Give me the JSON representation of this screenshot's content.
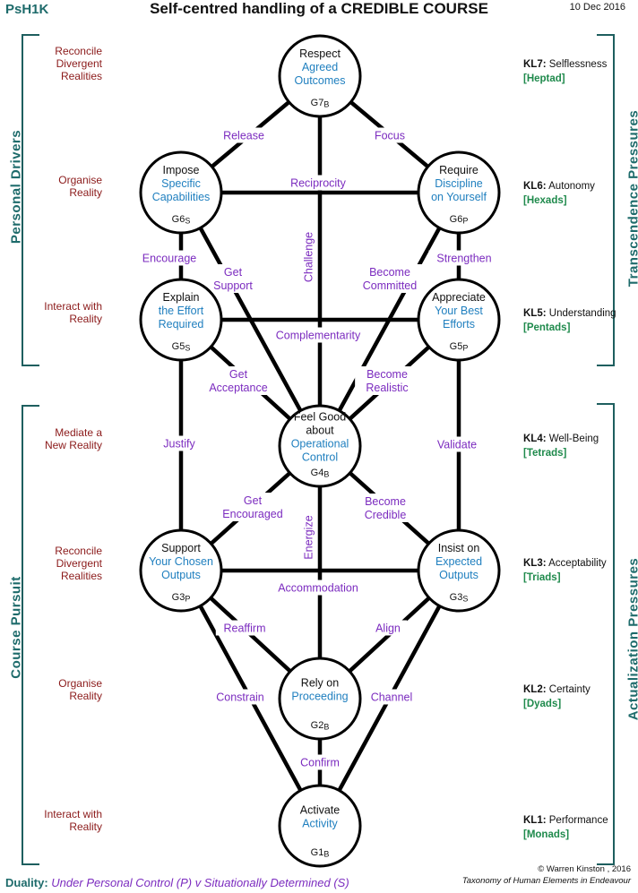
{
  "header": {
    "code": "PsH1K",
    "title": "Self-centred handling of a CREDIBLE COURSE",
    "date": "10 Dec 2016"
  },
  "brackets": {
    "left_top": "Personal Drivers",
    "left_bottom": "Course Pursuit",
    "right_top": "Transcendence  Pressures",
    "right_bottom": "Actualization  Pressures"
  },
  "left_labels": [
    "Reconcile\nDivergent\nRealities",
    "Organise\nReality",
    "Interact with\nReality",
    "Mediate a\nNew Reality",
    "Reconcile\nDivergent\nRealities",
    "Organise\nReality",
    "Interact with\nReality"
  ],
  "levels": [
    {
      "code": "KL7:",
      "name": "Selflessness",
      "group": "[Heptad]"
    },
    {
      "code": "KL6:",
      "name": "Autonomy",
      "group": "[Hexads]"
    },
    {
      "code": "KL5:",
      "name": "Understanding",
      "group": "[Pentads]"
    },
    {
      "code": "KL4:",
      "name": "Well-Being",
      "group": "[Tetrads]"
    },
    {
      "code": "KL3:",
      "name": "Acceptability",
      "group": "[Triads]"
    },
    {
      "code": "KL2:",
      "name": "Certainty",
      "group": "[Dyads]"
    },
    {
      "code": "KL1:",
      "name": "Performance",
      "group": "[Monads]"
    }
  ],
  "nodes": [
    {
      "id": "G7",
      "verb": [
        "Respect"
      ],
      "object": [
        "Agreed",
        "Outcomes"
      ],
      "tag": "G7",
      "sub": "B"
    },
    {
      "id": "G6S",
      "verb": [
        "Impose"
      ],
      "object": [
        "Specific",
        "Capabilities"
      ],
      "tag": "G6",
      "sub": "S"
    },
    {
      "id": "G6P",
      "verb": [
        "Require"
      ],
      "object": [
        "Discipline",
        "on Yourself"
      ],
      "tag": "G6",
      "sub": "P"
    },
    {
      "id": "G5S",
      "verb": [
        "Explain"
      ],
      "object": [
        "the Effort",
        "Required"
      ],
      "tag": "G5",
      "sub": "S"
    },
    {
      "id": "G5P",
      "verb": [
        "Appreciate"
      ],
      "object": [
        "Your Best",
        "Efforts"
      ],
      "tag": "G5",
      "sub": "P"
    },
    {
      "id": "G4",
      "verb": [
        "Feel Good",
        "about"
      ],
      "object": [
        "Operational",
        "Control"
      ],
      "tag": "G4",
      "sub": "B"
    },
    {
      "id": "G3P",
      "verb": [
        "Support"
      ],
      "object": [
        "Your Chosen",
        "Outputs"
      ],
      "tag": "G3",
      "sub": "P"
    },
    {
      "id": "G3S",
      "verb": [
        "Insist on"
      ],
      "object": [
        "Expected",
        "Outputs"
      ],
      "tag": "G3",
      "sub": "S"
    },
    {
      "id": "G2",
      "verb": [
        "Rely on"
      ],
      "object": [
        "Proceeding"
      ],
      "tag": "G2",
      "sub": "B"
    },
    {
      "id": "G1",
      "verb": [
        "Activate"
      ],
      "object": [
        "Activity"
      ],
      "tag": "G1",
      "sub": "B"
    }
  ],
  "edge_labels": [
    [
      "Release"
    ],
    [
      "Focus"
    ],
    [
      "Reciprocity"
    ],
    [
      "Challenge"
    ],
    [
      "Encourage"
    ],
    [
      "Get",
      "Support"
    ],
    [
      "Become",
      "Committed"
    ],
    [
      "Strengthen"
    ],
    [
      "Complementarity"
    ],
    [
      "Get",
      "Acceptance"
    ],
    [
      "Become",
      "Realistic"
    ],
    [
      "Justify"
    ],
    [
      "Validate"
    ],
    [
      "Get",
      "Encouraged"
    ],
    [
      "Become",
      "Credible"
    ],
    [
      "Energize"
    ],
    [
      "Accommodation"
    ],
    [
      "Reaffirm"
    ],
    [
      "Align"
    ],
    [
      "Constrain"
    ],
    [
      "Channel"
    ],
    [
      "Confirm"
    ]
  ],
  "footer": {
    "duality_label": "Duality:",
    "duality_text": "Under Personal Control (P)  v  Situationally Determined (S)",
    "credit_line1": "© Warren Kinston , 2016",
    "credit_line2": "Taxonomy of Human Elements in Endeavour"
  },
  "colors": {
    "teal": "#1e6b6b",
    "dark_red": "#8b1a1a",
    "blue": "#1f7fbf",
    "purple": "#7b2bbf",
    "green": "#1f8a4c"
  }
}
